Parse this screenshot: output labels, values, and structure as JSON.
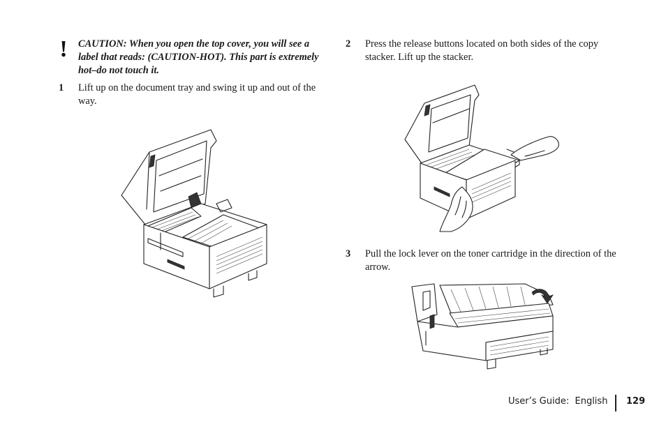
{
  "caution": {
    "icon": "exclamation-icon",
    "text": "CAUTION: When you open the top cover, you will see a label that reads: (CAUTION-HOT).  This part is extremely hot–do not touch it."
  },
  "steps": [
    {
      "number": "1",
      "text": "Lift up on the document tray and swing it up and out of the way."
    },
    {
      "number": "2",
      "text": "Press the release buttons located on both sides of the copy stacker.  Lift up the stacker."
    },
    {
      "number": "3",
      "text": "Pull the lock lever on the toner cartridge in the direction of the arrow."
    }
  ],
  "footer": {
    "guide_label": "User’s Guide:  English",
    "page_number": "129"
  }
}
